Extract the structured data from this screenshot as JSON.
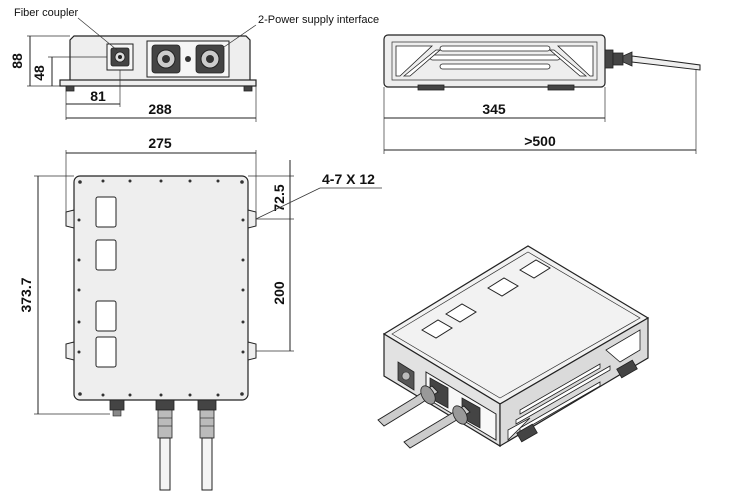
{
  "labels": {
    "fiber_coupler": "Fiber coupler",
    "power_interface": "2-Power supply interface",
    "holes": "4-7 X 12"
  },
  "dimensions": {
    "front_height": "88",
    "coupler_height": "48",
    "coupler_offset": "81",
    "front_width": "288",
    "side_length": "345",
    "cable_length": ">500",
    "top_width": "275",
    "top_height": "373.7",
    "hole_offset": "72.5",
    "hole_spacing": "200"
  }
}
